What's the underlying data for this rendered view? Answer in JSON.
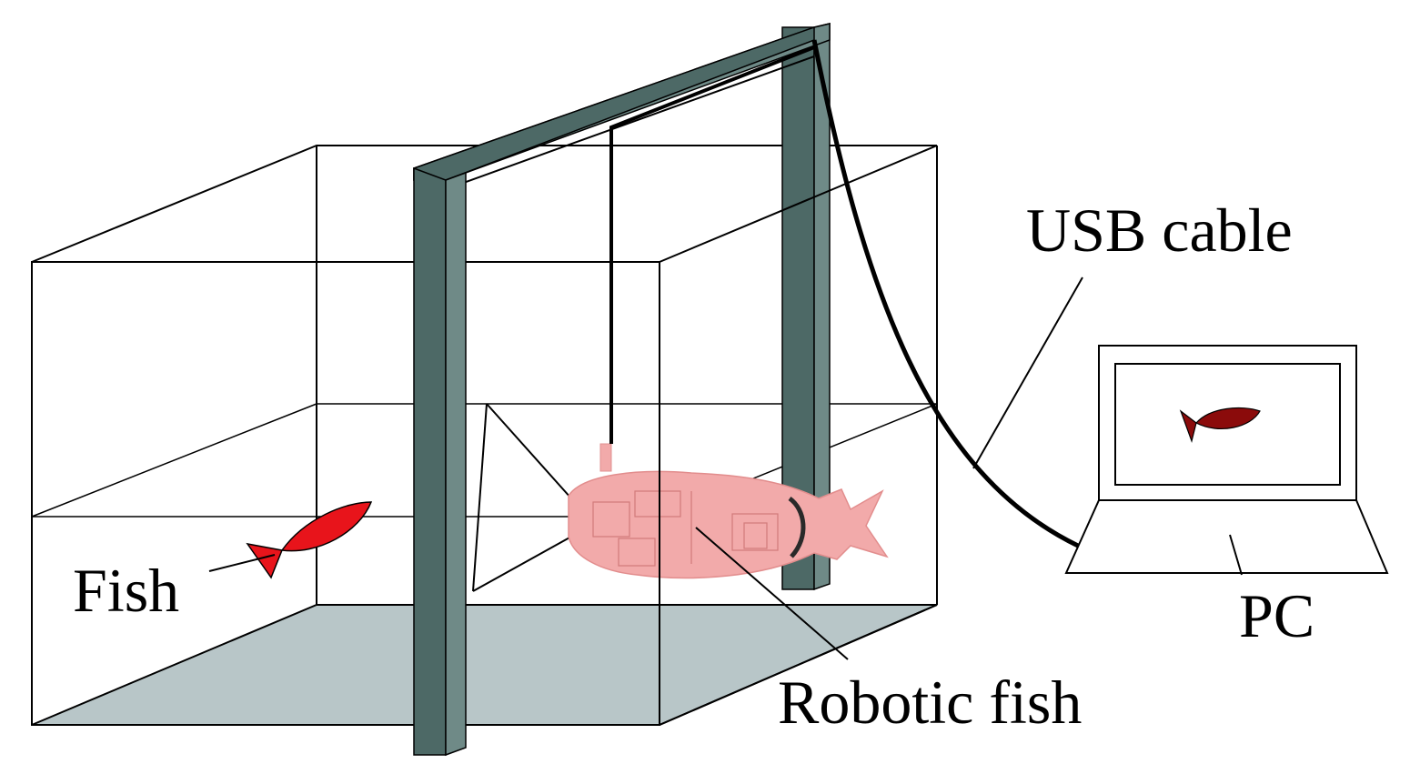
{
  "labels": {
    "usb_cable": "USB cable",
    "fish": "Fish",
    "robotic_fish": "Robotic fish",
    "pc": "PC"
  },
  "colors": {
    "tank_floor": "#b8c6c8",
    "frame": "#4d6966",
    "frame_highlight": "#6f8a87",
    "fish": "#e8141b",
    "robotic_fish": "#f2aaaa",
    "screen_fish": "#8b0b0b",
    "outline": "#000000"
  },
  "icons": {
    "fish": "fish-icon",
    "robotic_fish": "robotic-fish-icon",
    "pc": "laptop-icon",
    "camera": "camera-icon"
  }
}
